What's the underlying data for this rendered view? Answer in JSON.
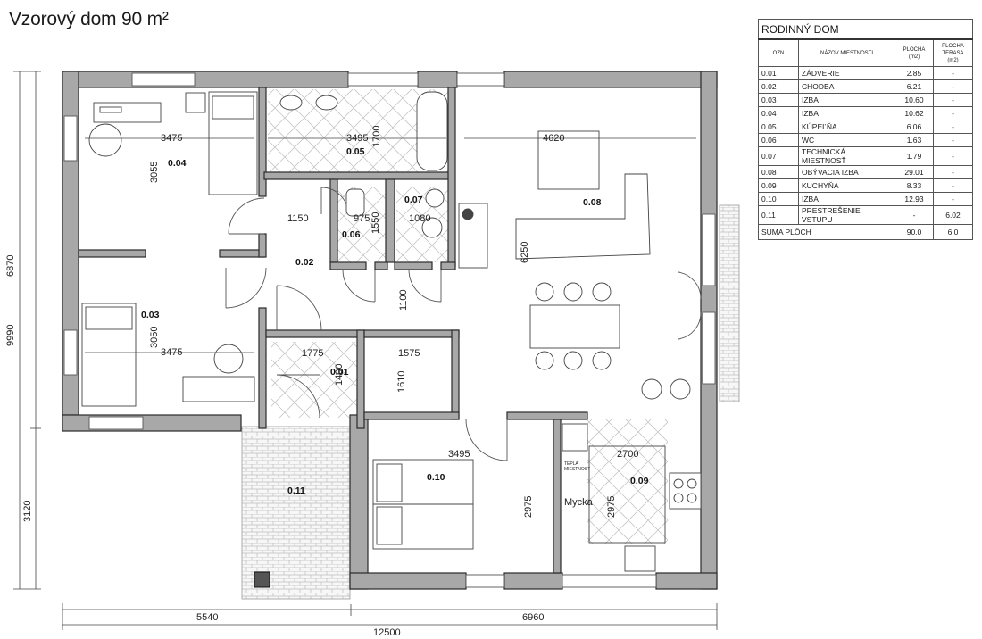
{
  "title": "Vzorový dom 90 m²",
  "table": {
    "title": "RODINNÝ DOM",
    "headers": [
      "OZN",
      "NÁZOV MIESTNOSTI",
      "PLOCHA (m2)",
      "PLOCHA TERASA (m2)"
    ],
    "rows": [
      {
        "id": "0.01",
        "name": "ZÁDVERIE",
        "area": "2.85",
        "terrace": "-"
      },
      {
        "id": "0.02",
        "name": "CHODBA",
        "area": "6.21",
        "terrace": "-"
      },
      {
        "id": "0.03",
        "name": "IZBA",
        "area": "10.60",
        "terrace": "-"
      },
      {
        "id": "0.04",
        "name": "IZBA",
        "area": "10.62",
        "terrace": "-"
      },
      {
        "id": "0.05",
        "name": "KÚPEĽŇA",
        "area": "6.06",
        "terrace": "-"
      },
      {
        "id": "0.06",
        "name": "WC",
        "area": "1.63",
        "terrace": "-"
      },
      {
        "id": "0.07",
        "name": "TECHNICKÁ MIESTNOSŤ",
        "area": "1.79",
        "terrace": "-"
      },
      {
        "id": "0.08",
        "name": "OBÝVACIA IZBA",
        "area": "29.01",
        "terrace": "-"
      },
      {
        "id": "0.09",
        "name": "KUCHYŇA",
        "area": "8.33",
        "terrace": "-"
      },
      {
        "id": "0.10",
        "name": "IZBA",
        "area": "12.93",
        "terrace": "-"
      },
      {
        "id": "0.11",
        "name": "PRESTREŠENIE VSTUPU",
        "area": "-",
        "terrace": "6.02"
      }
    ],
    "sum_label": "SUMA PLÔCH",
    "sum_area": "90.0",
    "sum_terrace": "6.0"
  },
  "plan": {
    "room_labels": {
      "r001": "0.01",
      "r002": "0.02",
      "r003": "0.03",
      "r004": "0.04",
      "r005": "0.05",
      "r006": "0.06",
      "r007": "0.07",
      "r008": "0.08",
      "r009": "0.09",
      "r010": "0.10",
      "r011": "0.11"
    },
    "dims": {
      "d3475a": "3475",
      "d3055": "3055",
      "d3495a": "3495",
      "d1700": "1700",
      "d4620": "4620",
      "d1150": "1150",
      "d975": "975",
      "d1550": "1550",
      "d1080": "1080",
      "d6250": "6250",
      "d1100": "1100",
      "d3050": "3050",
      "d3475b": "3475",
      "d1775": "1775",
      "d1400": "1400",
      "d1575": "1575",
      "d1610": "1610",
      "d3495b": "3495",
      "d2700": "2700",
      "d2975a": "2975",
      "d2975b": "2975",
      "d6870": "6870",
      "d9990": "9990",
      "d3120": "3120",
      "d5540": "5540",
      "d6960": "6960",
      "d12500": "12500"
    },
    "annotations": {
      "mycka": "Mycka",
      "tboiler1": "TEPLA",
      "tboiler2": "MIESTNOST"
    }
  }
}
